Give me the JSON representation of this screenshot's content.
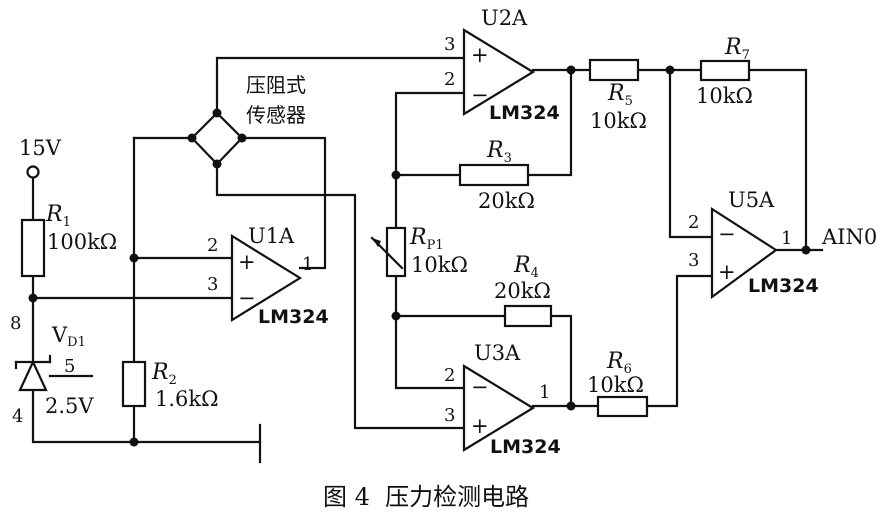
{
  "caption": "图 4  压力检测电路",
  "supply": "15V",
  "sensor_label_1": "压阻式",
  "sensor_label_2": "传感器",
  "output_label": "AIN0",
  "chip_label": "LM324",
  "amplifiers": {
    "u1a": {
      "name": "U1A",
      "pin_in1": "2",
      "pin_in2": "3",
      "pin_out": "1"
    },
    "u2a": {
      "name": "U2A",
      "pin_in1": "3",
      "pin_in2": "2"
    },
    "u3a": {
      "name": "U3A",
      "pin_in1": "2",
      "pin_in2": "3",
      "pin_out": "1"
    },
    "u5a": {
      "name": "U5A",
      "pin_in1": "2",
      "pin_in2": "3",
      "pin_out": "1"
    }
  },
  "components": {
    "r1": {
      "letter": "R",
      "sub": "1",
      "value": "100kΩ"
    },
    "r2": {
      "letter": "R",
      "sub": "2",
      "value": "1.6kΩ"
    },
    "r3": {
      "letter": "R",
      "sub": "3",
      "value": "20kΩ"
    },
    "r4": {
      "letter": "R",
      "sub": "4",
      "value": "20kΩ"
    },
    "r5": {
      "letter": "R",
      "sub": "5",
      "value": "10kΩ"
    },
    "r6": {
      "letter": "R",
      "sub": "6",
      "value": "10kΩ"
    },
    "r7": {
      "letter": "R",
      "sub": "7",
      "value": "10kΩ"
    },
    "rp1": {
      "letter": "R",
      "sub": "P1",
      "value": "10kΩ"
    }
  },
  "zener": {
    "name": "V",
    "sub": "D1",
    "value": "2.5V",
    "pin_top": "8",
    "pin_ref": "5",
    "pin_bottom": "4"
  }
}
